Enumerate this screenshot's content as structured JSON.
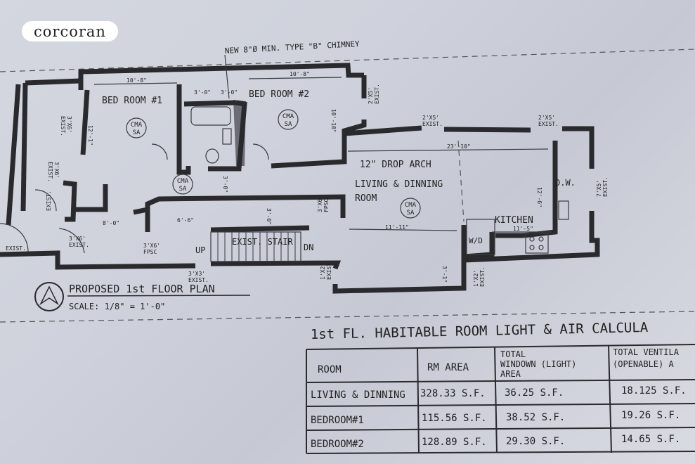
{
  "logo": "corcoran",
  "chimney_note": "NEW 8\"Ø MIN. TYPE \"B\" CHIMNEY",
  "rooms": {
    "bedroom1": "BED ROOM #1",
    "bedroom2": "BED ROOM #2",
    "living_1": "LIVING & DINNING",
    "living_2": "ROOM",
    "drop_arch": "12\" DROP ARCH",
    "kitchen": "KITCHEN",
    "wd": "W/D",
    "dw": "D.W.",
    "stair": "EXIST. STAIR",
    "up": "UP",
    "dn": "DN"
  },
  "tags": [
    "CMA",
    "SA"
  ],
  "dims": {
    "bed1_width": "10'-8\"",
    "bath_width": "3'-0\"",
    "bath_width2": "3'-0\"",
    "bed2_width": "10'-8\"",
    "bed1_depth": "12'-1\"",
    "bed2_depth": "10'-10\"",
    "living_span": "23'-10\"",
    "living_width": "11'-11\"",
    "kitchen_width": "11'-5\"",
    "kitchen_depth": "12'-6\"",
    "hall_1": "6'-6\"",
    "hall_2": "8'-0\"",
    "hall_3": "3'-0\"",
    "hall_4": "3'-0\"",
    "rear": "3'-1\""
  },
  "windows": {
    "w1": "2'X5'\nEXIST.",
    "w2": "2'X5'\nEXIST.",
    "w3": "2'X5'\nEXIST.",
    "w4": "7'X5'\nEXIST.",
    "w5": "1'X2'\nEXIST.",
    "w6": "1'X2'\nEXIST.",
    "w7": "3'X6'\nEXIST.",
    "w8": "3'X6'\nEXIST.",
    "door1": "3'X6'\nFPSC",
    "door2": "3'X6'\nFPSC",
    "door3": "3'X6'\nEXIST.",
    "door4": "3'X3'\nEXIST.",
    "exist_left": "EXIST.",
    "exist_left2": "EXIST."
  },
  "plan_title": "PROPOSED 1st FLOOR PLAN",
  "plan_scale": "SCALE: 1/8\" = 1'-0\"",
  "table_title": "1st FL. HABITABLE ROOM LIGHT & AIR CALCULA",
  "table": {
    "headers": [
      "ROOM",
      "RM AREA",
      "TOTAL\nWINDOWN (LIGHT)\nAREA",
      "TOTAL VENTILA\n(OPENABLE) A"
    ],
    "rows": [
      [
        "LIVING & DINNING",
        "328.33 S.F.",
        "36.25 S.F.",
        "18.125 S.F."
      ],
      [
        "BEDROOM#1",
        "115.56 S.F.",
        "38.52 S.F.",
        "19.26 S.F."
      ],
      [
        "BEDROOM#2",
        "128.89 S.F.",
        "29.30 S.F.",
        "14.65 S.F."
      ]
    ]
  }
}
